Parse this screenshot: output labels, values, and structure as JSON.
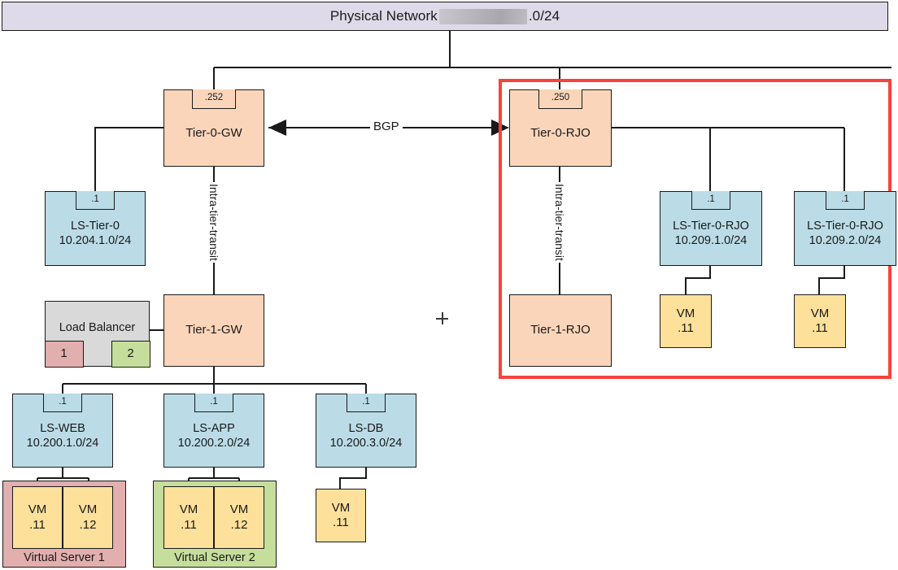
{
  "header": {
    "title_prefix": "Physical Network",
    "redacted": true,
    "title_suffix": ".0/24",
    "bg_color": "#dedae9"
  },
  "colors": {
    "gateway": "#fad5ba",
    "logical_switch": "#bbdce7",
    "vm": "#fde09a",
    "load_balancer": "#d9d9d9",
    "lb_pool_1": "#e2aeae",
    "lb_pool_2": "#c6de9b",
    "virtual_server_1": "#e2aeae",
    "virtual_server_2": "#c6de9b",
    "highlight": "#f8423c",
    "line": "#1a1a1a"
  },
  "edge_labels": {
    "bgp": "BGP",
    "intra_tier_transit_left": "Intra-tier-transit",
    "intra_tier_transit_right": "Intra-tier-transit"
  },
  "nodes": {
    "tier0_gw": {
      "title": "Tier-0-GW",
      "ip": ".252"
    },
    "tier0_rjo": {
      "title": "Tier-0-RJO",
      "ip": ".250"
    },
    "tier1_gw": {
      "title": "Tier-1-GW",
      "ip": ""
    },
    "tier1_rjo": {
      "title": "Tier-1-RJO",
      "ip": ""
    },
    "ls_tier0": {
      "title": "LS-Tier-0",
      "subnet": "10.204.1.0/24",
      "ip": ".1"
    },
    "ls_tier0_rjo_1": {
      "title": "LS-Tier-0-RJO",
      "subnet": "10.209.1.0/24",
      "ip": ".1"
    },
    "ls_tier0_rjo_2": {
      "title": "LS-Tier-0-RJO",
      "subnet": "10.209.2.0/24",
      "ip": ".1"
    },
    "ls_web": {
      "title": "LS-WEB",
      "subnet": "10.200.1.0/24",
      "ip": ".1"
    },
    "ls_app": {
      "title": "LS-APP",
      "subnet": "10.200.2.0/24",
      "ip": ".1"
    },
    "ls_db": {
      "title": "LS-DB",
      "subnet": "10.200.3.0/24",
      "ip": ".1"
    },
    "load_balancer": {
      "title": "Load Balancer",
      "pool_1": "1",
      "pool_2": "2"
    }
  },
  "virtual_servers": [
    {
      "label": "Virtual Server 1",
      "vms": [
        {
          "title": "VM",
          "ip": ".11"
        },
        {
          "title": "VM",
          "ip": ".12"
        }
      ]
    },
    {
      "label": "Virtual Server 2",
      "vms": [
        {
          "title": "VM",
          "ip": ".11"
        },
        {
          "title": "VM",
          "ip": ".12"
        }
      ]
    }
  ],
  "standalone_vms": [
    {
      "name": "vm-db",
      "title": "VM",
      "ip": ".11"
    },
    {
      "name": "vm-rjo-1",
      "title": "VM",
      "ip": ".11"
    },
    {
      "name": "vm-rjo-2",
      "title": "VM",
      "ip": ".11"
    }
  ]
}
